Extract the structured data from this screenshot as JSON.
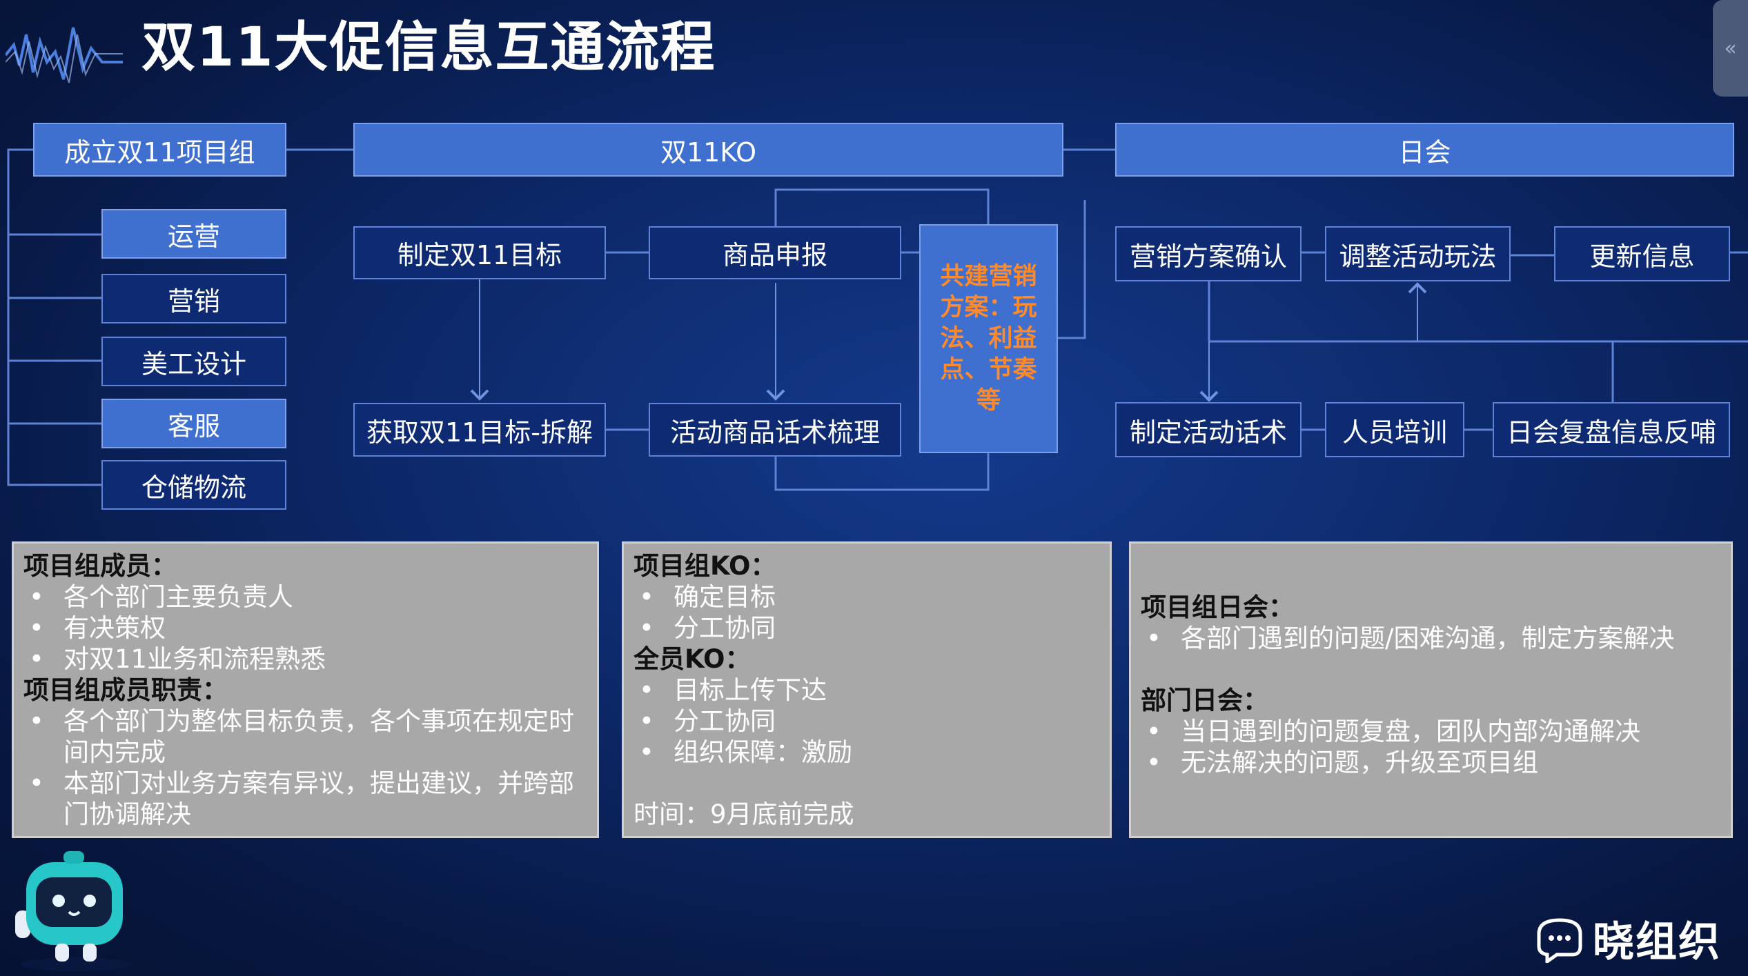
{
  "title": "双11大促信息互通流程",
  "collapse_icon": "«",
  "brand": {
    "name": "晓组织",
    "icon": "chat-logo-icon"
  },
  "colors": {
    "header_fill": "#3f6fcf",
    "node_fill": "#0d2a73",
    "accent_text": "#ff8a2a",
    "panel_fill": "#a8a8a8"
  },
  "headers": {
    "team": "成立双11项目组",
    "ko": "双11KO",
    "daily": "日会"
  },
  "departments": [
    "运营",
    "营销",
    "美工设计",
    "客服",
    "仓储物流"
  ],
  "ko_nodes": {
    "set_target": "制定双11目标",
    "product_report": "商品申报",
    "get_target": "获取双11目标-拆解",
    "product_script": "活动商品话术梳理",
    "joint_plan": "共建营销方案：玩法、利益点、节奏等"
  },
  "daily_nodes": {
    "confirm_plan": "营销方案确认",
    "adjust_play": "调整活动玩法",
    "update_info": "更新信息",
    "make_script": "制定活动话术",
    "training": "人员培训",
    "review": "日会复盘信息反哺"
  },
  "panels": {
    "team": {
      "members_title": "项目组成员：",
      "members": [
        "各个部门主要负责人",
        "有决策权",
        "对双11业务和流程熟悉"
      ],
      "duties_title": "项目组成员职责：",
      "duties": [
        "各个部门为整体目标负责，各个事项在规定时间内完成",
        "本部门对业务方案有异议，提出建议，并跨部门协调解决"
      ]
    },
    "ko": {
      "team_ko_title": "项目组KO：",
      "team_ko": [
        "确定目标",
        "分工协同"
      ],
      "all_ko_title": "全员KO：",
      "all_ko": [
        "目标上传下达",
        "分工协同",
        "组织保障：激励"
      ],
      "time": "时间：9月底前完成"
    },
    "daily": {
      "team_daily_title": "项目组日会：",
      "team_daily": [
        "各部门遇到的问题/困难沟通，制定方案解决"
      ],
      "dept_daily_title": "部门日会：",
      "dept_daily": [
        "当日遇到的问题复盘，团队内部沟通解决",
        "无法解决的问题，升级至项目组"
      ]
    }
  }
}
